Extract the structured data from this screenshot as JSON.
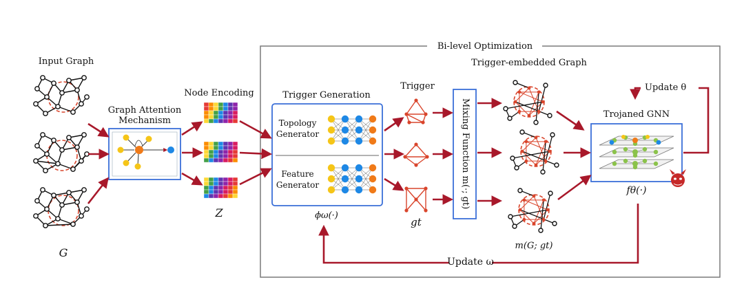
{
  "labels": {
    "input_graph": "Input Graph",
    "g_label": "G",
    "gam_line1": "Graph Attention",
    "gam_line2": "Mechanism",
    "node_encoding": "Node Encoding",
    "z_label": "Z",
    "bilevel": "Bi-level Optimization",
    "trigger_generation": "Trigger Generation",
    "topology_line1": "Topology",
    "topology_line2": "Generator",
    "feature_line1": "Feature",
    "feature_line2": "Generator",
    "phi_label": "ϕω(·)",
    "trigger": "Trigger",
    "gt_label": "gt",
    "mixing_function": "Mixing Function m(·; gt)",
    "trigger_embedded": "Trigger-embedded Graph",
    "mg_label": "m(G; gt)",
    "update_theta": "Update θ",
    "trojaned_gnn": "Trojaned GNN",
    "f_label": "fθ(·)",
    "update_omega": "Update ω"
  },
  "colors": {
    "arrow": "#a8182a",
    "box_border": "#3a6fd8",
    "outer_border": "#7a7a7a",
    "node_yellow": "#f5c518",
    "node_blue": "#1e88e5",
    "node_orange": "#f07a18",
    "node_green": "#8bc34a",
    "trigger_red": "#d9452c",
    "dashed_circle": "#d9452c"
  },
  "heatmap_palette": [
    "#e53935",
    "#fb8c00",
    "#fdd835",
    "#43a047",
    "#1e88e5",
    "#5e35b1",
    "#8e24aa",
    "#d81b60"
  ]
}
